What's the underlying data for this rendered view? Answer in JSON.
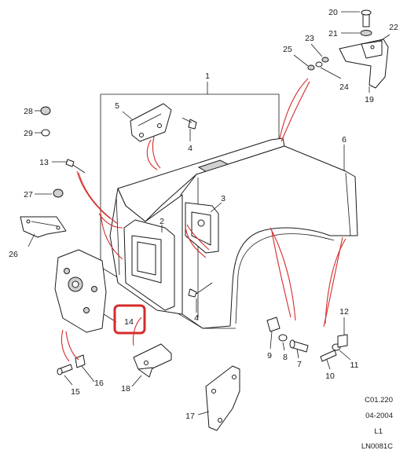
{
  "callouts": [
    "1",
    "2",
    "3",
    "4",
    "4",
    "5",
    "6",
    "7",
    "8",
    "9",
    "10",
    "11",
    "12",
    "13",
    "14",
    "15",
    "16",
    "17",
    "18",
    "19",
    "20",
    "21",
    "22",
    "23",
    "24",
    "25",
    "26",
    "27",
    "28",
    "29"
  ],
  "highlight": {
    "label": "14",
    "color": "#d42b2b"
  },
  "reference": {
    "code": "C01.220",
    "date": "04-2004",
    "level": "L1",
    "id": "LN0081C"
  },
  "colors": {
    "lines": "#1a1a1a",
    "highlight": "#d42b2b",
    "background": "#ffffff"
  }
}
